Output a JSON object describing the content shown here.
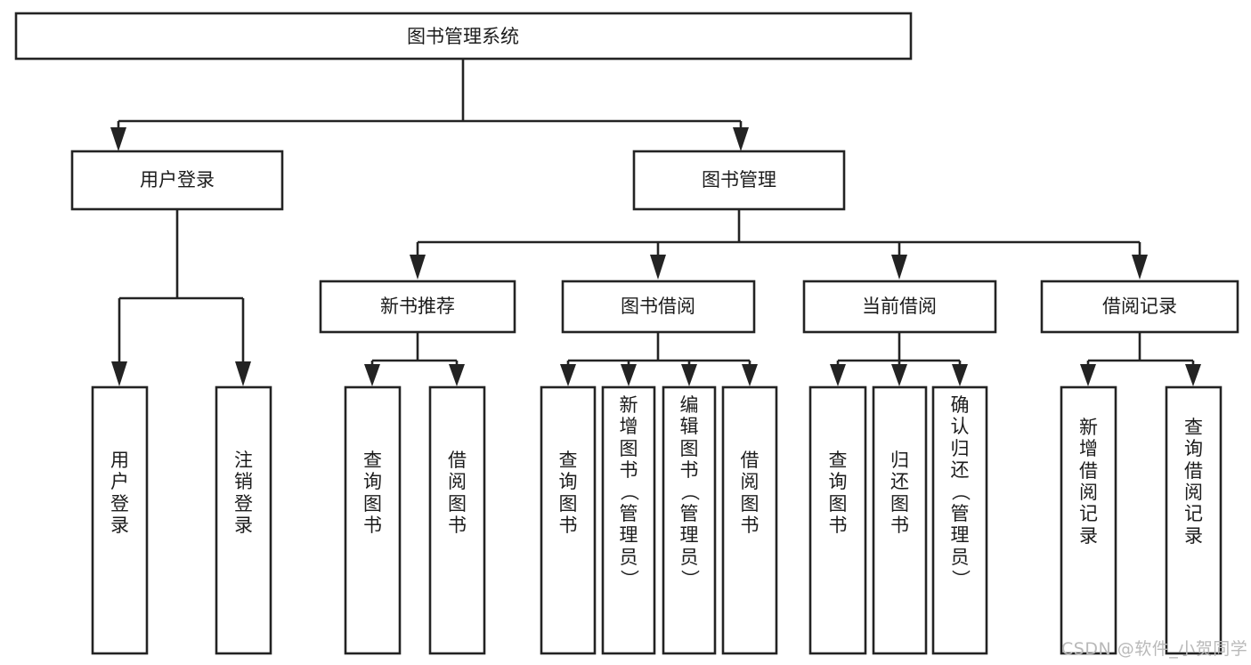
{
  "diagram": {
    "title": "图书管理系统",
    "type": "tree-hierarchy",
    "watermark": "CSDN @软件_小贺同学",
    "colors": {
      "stroke": "#232323",
      "fill": "#ffffff",
      "text": "#1c1c1c",
      "watermark": "#b9b9b9"
    },
    "root": {
      "label": "图书管理系统"
    },
    "level2": [
      {
        "label": "用户登录"
      },
      {
        "label": "图书管理"
      }
    ],
    "level3": [
      {
        "label": "新书推荐"
      },
      {
        "label": "图书借阅"
      },
      {
        "label": "当前借阅"
      },
      {
        "label": "借阅记录"
      }
    ],
    "leaves": {
      "user_login": [
        {
          "label": "用户登录"
        },
        {
          "label": "注销登录"
        }
      ],
      "new_book": [
        {
          "label": "查询图书"
        },
        {
          "label": "借阅图书"
        }
      ],
      "book_borrow": [
        {
          "label": "查询图书"
        },
        {
          "label": "新增图书（管理员）"
        },
        {
          "label": "编辑图书（管理员）"
        },
        {
          "label": "借阅图书"
        }
      ],
      "current_borrow": [
        {
          "label": "查询图书"
        },
        {
          "label": "归还图书"
        },
        {
          "label": "确认归还（管理员）"
        }
      ],
      "borrow_record": [
        {
          "label": "新增借阅记录"
        },
        {
          "label": "查询借阅记录"
        }
      ]
    }
  }
}
